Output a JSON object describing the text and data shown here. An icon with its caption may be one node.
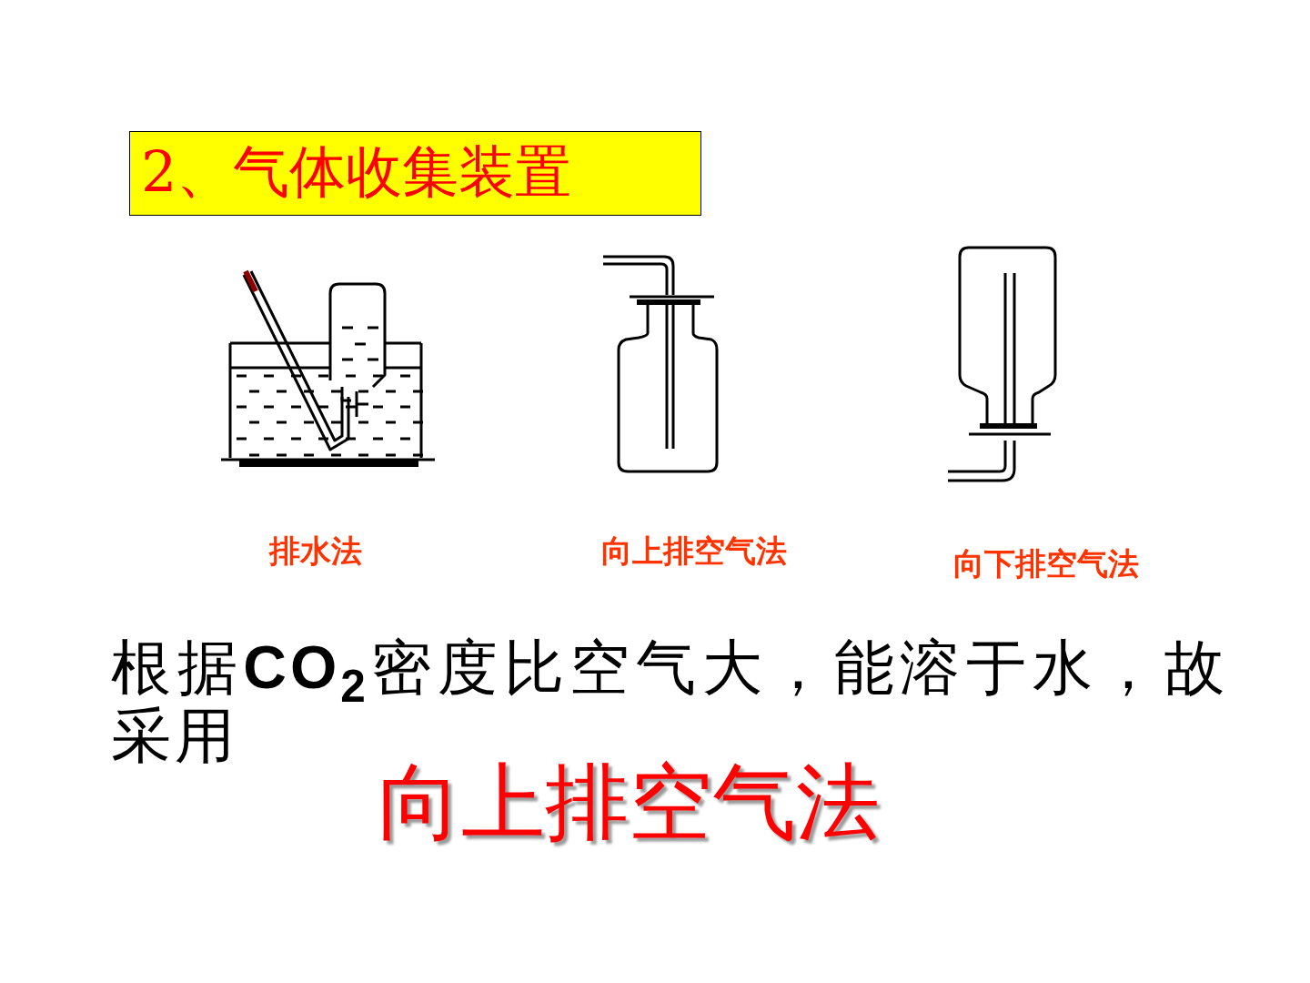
{
  "diagram": {
    "title": "2、气体收集装置",
    "nodes": [
      {
        "text": [],
        "shape": "picture",
        "beside": [
          "排水法"
        ]
      },
      {
        "text": [],
        "shape": "picture",
        "beside": [
          "向上排空气法"
        ]
      },
      {
        "text": [],
        "shape": "picture",
        "beside": [
          "向下排空气法"
        ]
      }
    ],
    "labels": [
      "根据**CO**$_{2}$密度比空气大，能溶于水，故采用",
      "向上排空气法"
    ]
  }
}
